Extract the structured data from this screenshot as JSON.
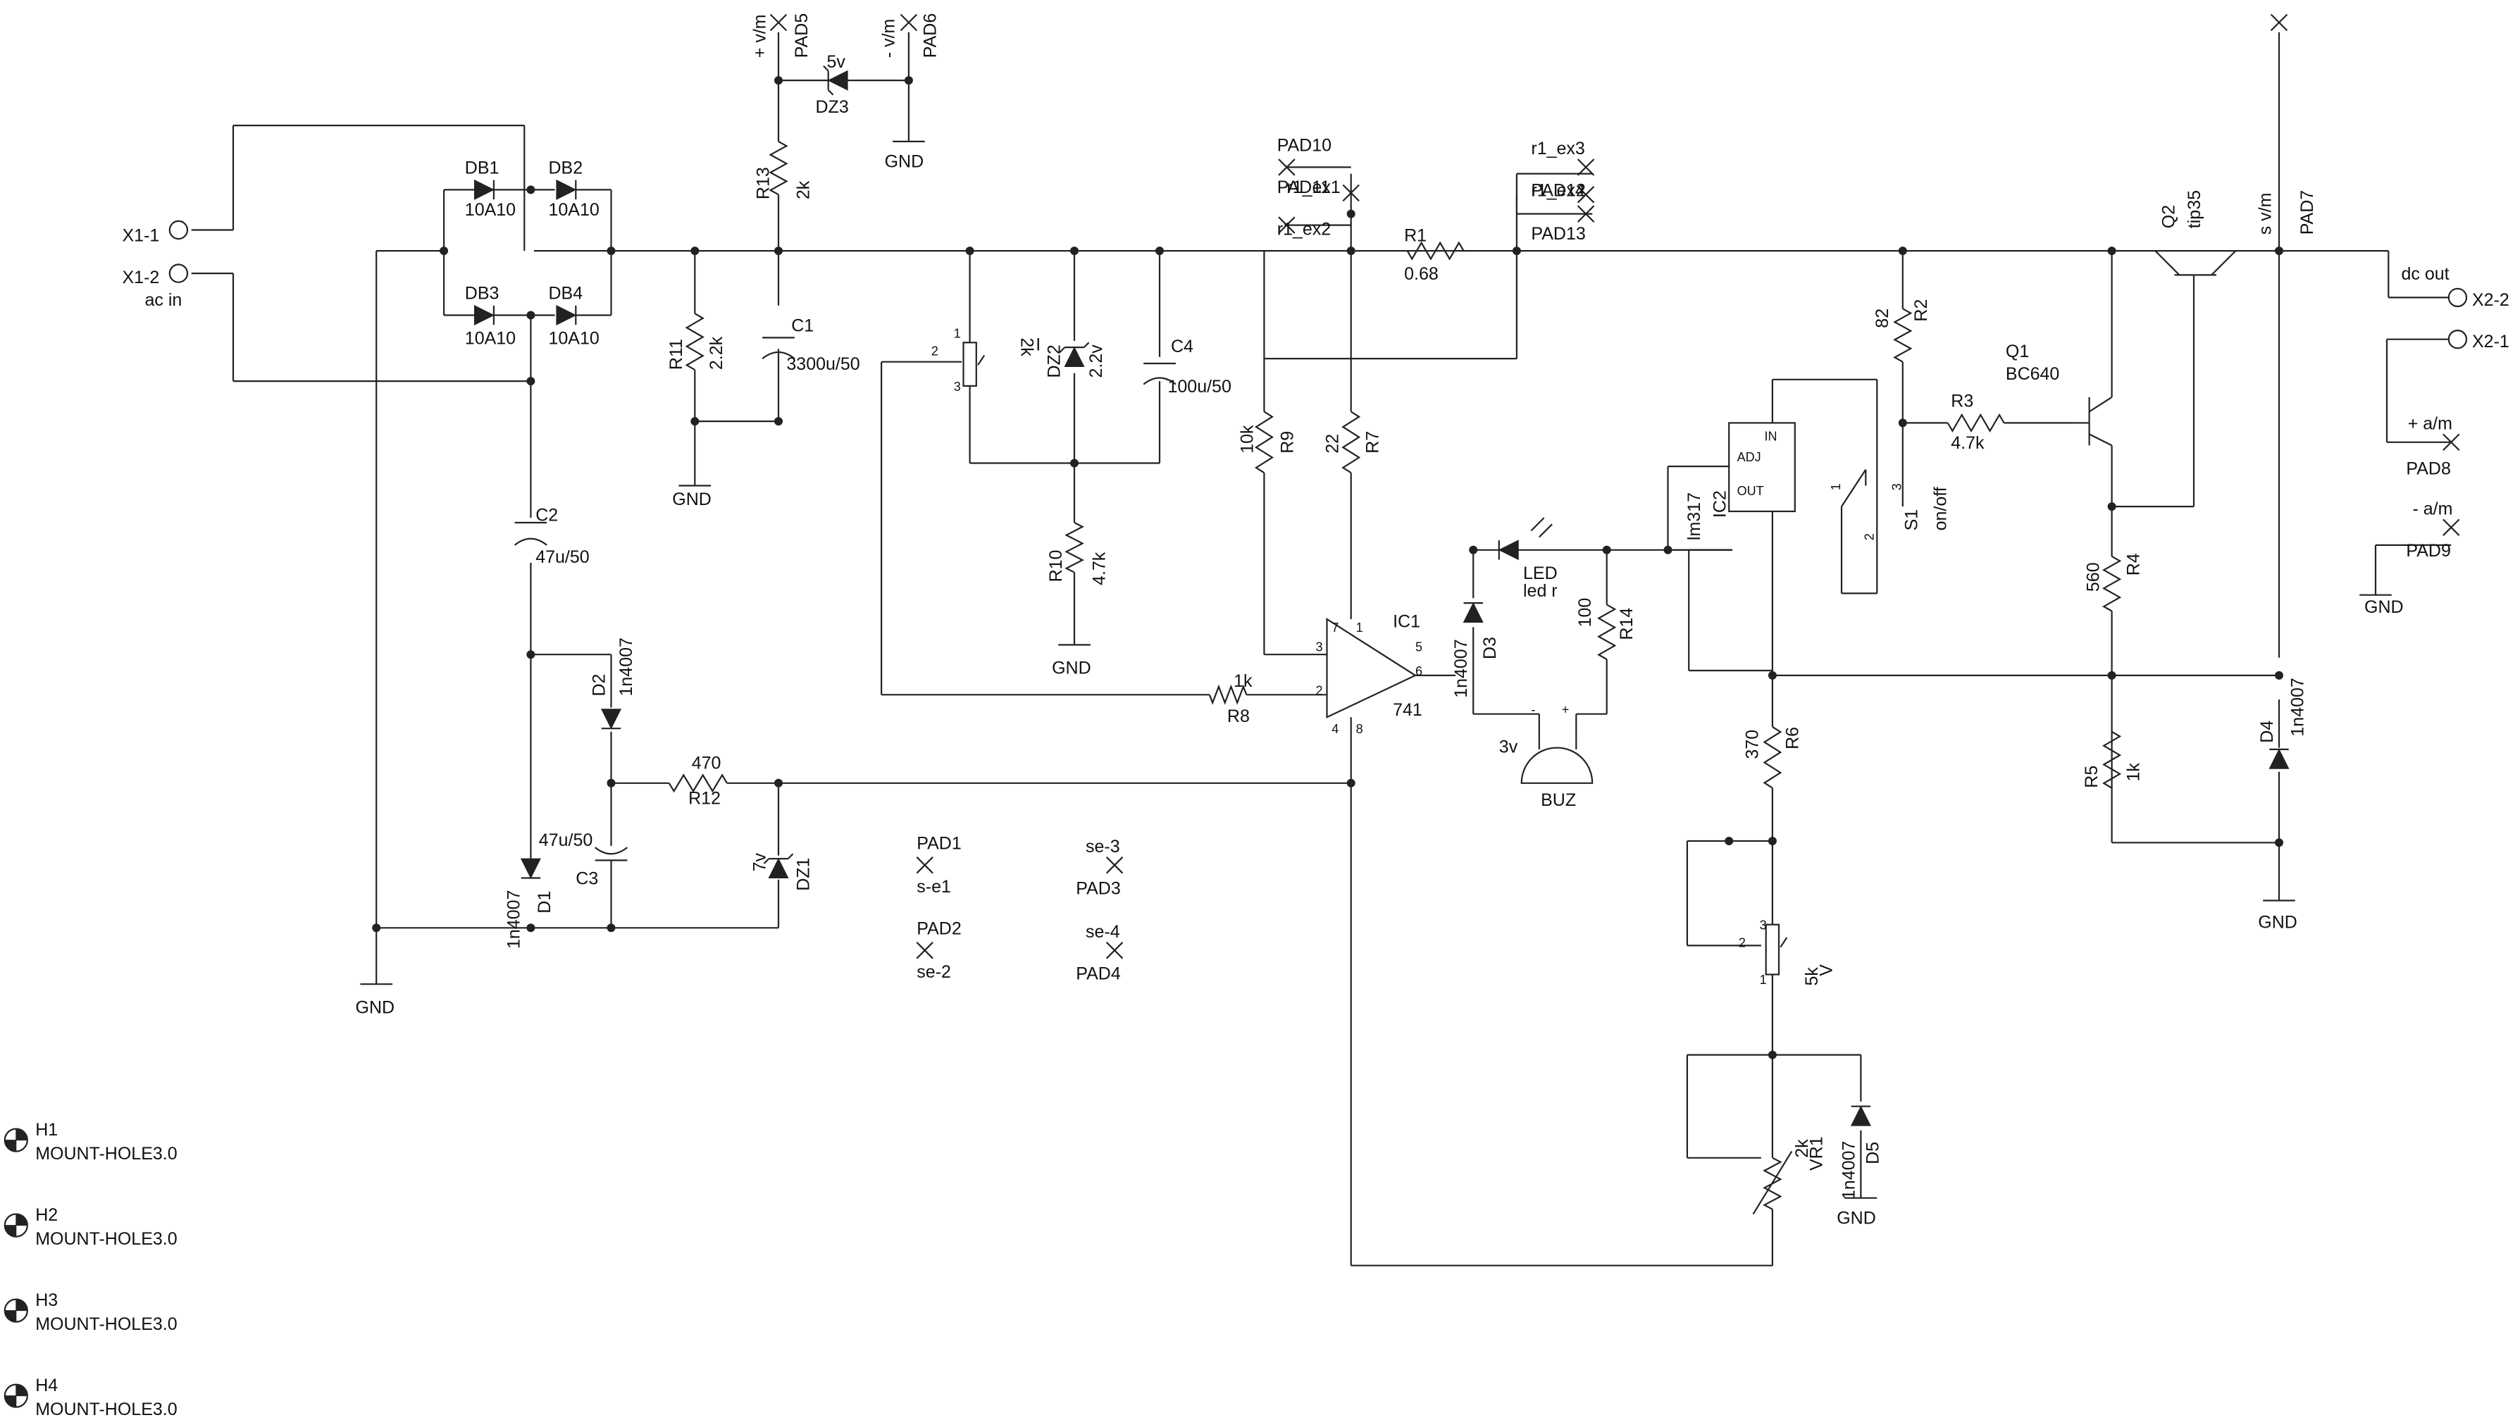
{
  "labels": [
    {
      "id": "x1-1",
      "text": "X1-1"
    },
    {
      "id": "x1-2",
      "text": "X1-2"
    },
    {
      "id": "x1-sub",
      "text": "ac in"
    },
    {
      "id": "db1",
      "text": "DB1"
    },
    {
      "id": "db1v",
      "text": "10A10"
    },
    {
      "id": "db2",
      "text": "DB2"
    },
    {
      "id": "db2v",
      "text": "10A10"
    },
    {
      "id": "db3",
      "text": "DB3"
    },
    {
      "id": "db3v",
      "text": "10A10"
    },
    {
      "id": "db4",
      "text": "DB4"
    },
    {
      "id": "db4v",
      "text": "10A10"
    },
    {
      "id": "pad5",
      "text": "PAD5"
    },
    {
      "id": "pad5v",
      "text": "+ v/m"
    },
    {
      "id": "pad6",
      "text": "PAD6"
    },
    {
      "id": "pad6v",
      "text": "- v/m"
    },
    {
      "id": "dz3v",
      "text": "5v"
    },
    {
      "id": "dz3",
      "text": "DZ3"
    },
    {
      "id": "gnd1",
      "text": "GND"
    },
    {
      "id": "r13",
      "text": "R13"
    },
    {
      "id": "r13v",
      "text": "2k"
    },
    {
      "id": "r11",
      "text": "R11"
    },
    {
      "id": "r11v",
      "text": "2.2k"
    },
    {
      "id": "gnd2",
      "text": "GND"
    },
    {
      "id": "c1",
      "text": "C1"
    },
    {
      "id": "c1v",
      "text": "3300u/50"
    },
    {
      "id": "pot1v",
      "text": "2k"
    },
    {
      "id": "pot1l",
      "text": "I"
    },
    {
      "id": "pot1p1",
      "text": "1"
    },
    {
      "id": "pot1p2",
      "text": "2"
    },
    {
      "id": "pot1p3",
      "text": "3"
    },
    {
      "id": "dz2",
      "text": "DZ2"
    },
    {
      "id": "dz2v",
      "text": "2.2v"
    },
    {
      "id": "c4",
      "text": "C4"
    },
    {
      "id": "c4v",
      "text": "100u/50"
    },
    {
      "id": "r10",
      "text": "R10"
    },
    {
      "id": "r10v",
      "text": "4.7k"
    },
    {
      "id": "gnd3",
      "text": "GND"
    },
    {
      "id": "pad10",
      "text": "PAD10"
    },
    {
      "id": "pad11",
      "text": "PAD11"
    },
    {
      "id": "rex1",
      "text": "r1_ex1"
    },
    {
      "id": "rex2",
      "text": "r1_ex2"
    },
    {
      "id": "rex3",
      "text": "r1_ex3"
    },
    {
      "id": "pad12",
      "text": "PAD12"
    },
    {
      "id": "rex4",
      "text": "r1_ex4"
    },
    {
      "id": "pad13",
      "text": "PAD13"
    },
    {
      "id": "r1",
      "text": "R1"
    },
    {
      "id": "r1v",
      "text": "0.68"
    },
    {
      "id": "r9",
      "text": "R9"
    },
    {
      "id": "r9v",
      "text": "10k"
    },
    {
      "id": "r7",
      "text": "R7"
    },
    {
      "id": "r7v",
      "text": "22"
    },
    {
      "id": "ic1",
      "text": "IC1"
    },
    {
      "id": "ic1v",
      "text": "741"
    },
    {
      "id": "ic1p7",
      "text": "7"
    },
    {
      "id": "ic1p1",
      "text": "1"
    },
    {
      "id": "ic1p3",
      "text": "3"
    },
    {
      "id": "ic1p5",
      "text": "5"
    },
    {
      "id": "ic1p6",
      "text": "6"
    },
    {
      "id": "ic1p2",
      "text": "2"
    },
    {
      "id": "ic1p4",
      "text": "4"
    },
    {
      "id": "ic1p8",
      "text": "8"
    },
    {
      "id": "r8",
      "text": "R8"
    },
    {
      "id": "r8v",
      "text": "1k"
    },
    {
      "id": "r12",
      "text": "R12"
    },
    {
      "id": "r12v",
      "text": "470"
    },
    {
      "id": "c2",
      "text": "C2"
    },
    {
      "id": "c2v",
      "text": "47u/50"
    },
    {
      "id": "d2",
      "text": "D2"
    },
    {
      "id": "d2v",
      "text": "1n4007"
    },
    {
      "id": "c3",
      "text": "C3"
    },
    {
      "id": "c3v",
      "text": "47u/50"
    },
    {
      "id": "d1",
      "text": "D1"
    },
    {
      "id": "d1v",
      "text": "1n4007"
    },
    {
      "id": "dz1",
      "text": "DZ1"
    },
    {
      "id": "dz1v",
      "text": "7v"
    },
    {
      "id": "gnd4",
      "text": "GND"
    },
    {
      "id": "pad1",
      "text": "PAD1"
    },
    {
      "id": "se1",
      "text": "s-e1"
    },
    {
      "id": "se3",
      "text": "se-3"
    },
    {
      "id": "pad3",
      "text": "PAD3"
    },
    {
      "id": "pad2",
      "text": "PAD2"
    },
    {
      "id": "se2",
      "text": "se-2"
    },
    {
      "id": "se4",
      "text": "se-4"
    },
    {
      "id": "pad4",
      "text": "PAD4"
    },
    {
      "id": "led",
      "text": "LED"
    },
    {
      "id": "ledv",
      "text": "led r"
    },
    {
      "id": "d3",
      "text": "D3"
    },
    {
      "id": "d3v",
      "text": "1n4007"
    },
    {
      "id": "r14",
      "text": "R14"
    },
    {
      "id": "r14v",
      "text": "100"
    },
    {
      "id": "buz",
      "text": "BUZ"
    },
    {
      "id": "buzv",
      "text": "3v"
    },
    {
      "id": "buzm",
      "text": "-"
    },
    {
      "id": "buzp",
      "text": "+"
    },
    {
      "id": "ic2",
      "text": "IC2"
    },
    {
      "id": "ic2v",
      "text": "lm317"
    },
    {
      "id": "ic2adj",
      "text": "ADJ"
    },
    {
      "id": "ic2in",
      "text": "IN"
    },
    {
      "id": "ic2out",
      "text": "OUT"
    },
    {
      "id": "r2",
      "text": "R2"
    },
    {
      "id": "r2v",
      "text": "82"
    },
    {
      "id": "s1",
      "text": "S1"
    },
    {
      "id": "s1v",
      "text": "on/off"
    },
    {
      "id": "s1p1",
      "text": "1"
    },
    {
      "id": "s1p3",
      "text": "3"
    },
    {
      "id": "s1p2",
      "text": "2"
    },
    {
      "id": "r3",
      "text": "R3"
    },
    {
      "id": "r3v",
      "text": "4.7k"
    },
    {
      "id": "q1",
      "text": "Q1"
    },
    {
      "id": "q1v",
      "text": "BC640"
    },
    {
      "id": "q2",
      "text": "Q2"
    },
    {
      "id": "q2v",
      "text": "tip35"
    },
    {
      "id": "pad7",
      "text": "PAD7"
    },
    {
      "id": "pad7v",
      "text": "s v/m"
    },
    {
      "id": "x2-2",
      "text": "X2-2"
    },
    {
      "id": "x2-1",
      "text": "X2-1"
    },
    {
      "id": "x2-sub",
      "text": "dc out"
    },
    {
      "id": "pad8",
      "text": "PAD8"
    },
    {
      "id": "pad8v",
      "text": "+ a/m"
    },
    {
      "id": "pad9",
      "text": "PAD9"
    },
    {
      "id": "pad9v",
      "text": "- a/m"
    },
    {
      "id": "gnd5",
      "text": "GND"
    },
    {
      "id": "r4",
      "text": "R4"
    },
    {
      "id": "r4v",
      "text": "560"
    },
    {
      "id": "r5",
      "text": "R5"
    },
    {
      "id": "r5v",
      "text": "1k"
    },
    {
      "id": "d4",
      "text": "D4"
    },
    {
      "id": "d4v",
      "text": "1n4007"
    },
    {
      "id": "gnd6",
      "text": "GND"
    },
    {
      "id": "r6",
      "text": "R6"
    },
    {
      "id": "r6v",
      "text": "370"
    },
    {
      "id": "pot2v",
      "text": "5k"
    },
    {
      "id": "pot2l",
      "text": "V"
    },
    {
      "id": "pot2p1",
      "text": "1"
    },
    {
      "id": "pot2p2",
      "text": "2"
    },
    {
      "id": "pot2p3",
      "text": "3"
    },
    {
      "id": "vr1",
      "text": "VR1"
    },
    {
      "id": "vr1v",
      "text": "2k"
    },
    {
      "id": "d5",
      "text": "D5"
    },
    {
      "id": "d5v",
      "text": "1n4007"
    },
    {
      "id": "gnd7",
      "text": "GND"
    },
    {
      "id": "h1",
      "text": "H1"
    },
    {
      "id": "h1v",
      "text": "MOUNT-HOLE3.0"
    },
    {
      "id": "h2",
      "text": "H2"
    },
    {
      "id": "h2v",
      "text": "MOUNT-HOLE3.0"
    },
    {
      "id": "h3",
      "text": "H3"
    },
    {
      "id": "h3v",
      "text": "MOUNT-HOLE3.0"
    },
    {
      "id": "h4",
      "text": "H4"
    },
    {
      "id": "h4v",
      "text": "MOUNT-HOLE3.0"
    }
  ]
}
